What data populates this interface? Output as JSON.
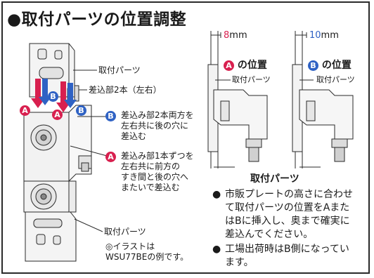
{
  "title": "●取付パーツの位置調整",
  "left_labels": {
    "part_top": "取付パーツ",
    "insert_two": "差込部2本（左右）",
    "note_b_line1": "差込み部2本両方を",
    "note_b_line2": "左右共に後の穴に",
    "note_b_line3": "差込む",
    "note_a_line1": "差込み部1本ずつを",
    "note_a_line2": "左右共に前方の",
    "note_a_line3": "すき間と後の穴へ",
    "note_a_line4": "またいで差込む",
    "part_bottom": "取付パーツ",
    "illustration_line1": "◎イラストは",
    "illustration_line2": "WSU77BEの例です。"
  },
  "markers": {
    "a": "A",
    "b": "B"
  },
  "position_a": {
    "mm_value": "8",
    "mm_unit": "mm",
    "label": "の位置",
    "part_label": "取付パーツ"
  },
  "position_b": {
    "mm_value": "10",
    "mm_unit": "mm",
    "label": "の位置",
    "part_label": "取付パーツ"
  },
  "caption": "取付パーツ",
  "bullets": {
    "dot": "●",
    "first_line1": "市販プレートの高さに合わせ",
    "first_line2": "て取付パーツの位置をAまた",
    "first_line3": "はBに挿入し、奥まで確実に",
    "first_line4": "差込んでください。",
    "second_line1": "工場出荷時はB側になってい",
    "second_line2": "ます。"
  },
  "colors": {
    "red": "#d8204f",
    "blue": "#2f62c4",
    "line": "#2a2a2a"
  }
}
